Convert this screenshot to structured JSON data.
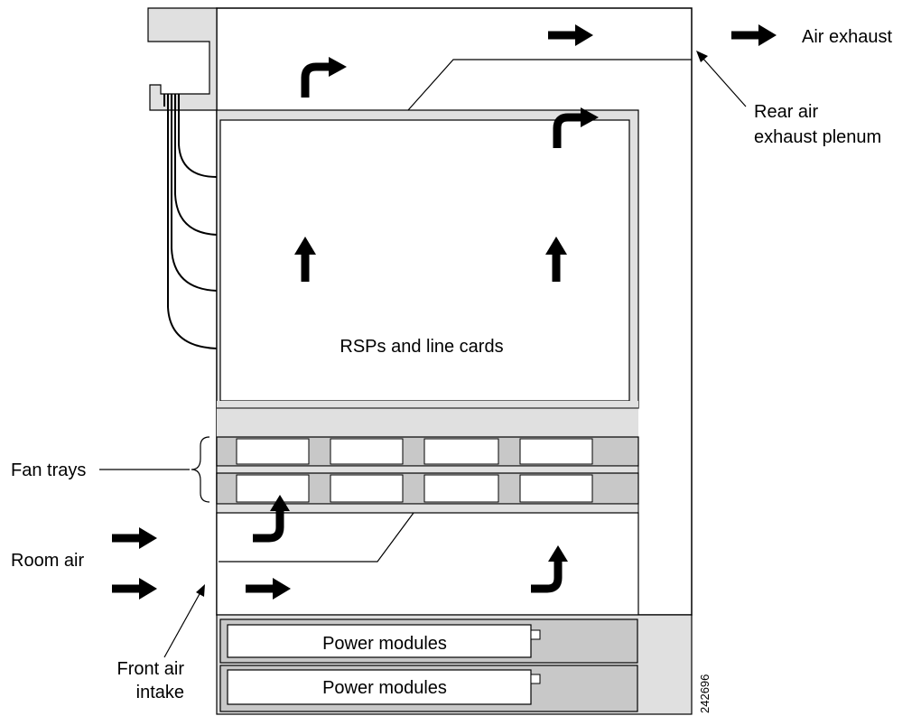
{
  "labels": {
    "air_exhaust": "Air exhaust",
    "rear_plenum_line1": "Rear air",
    "rear_plenum_line2": "exhaust plenum",
    "cards": "RSPs and line cards",
    "fan_trays": "Fan trays",
    "room_air": "Room air",
    "front_intake_line1": "Front air",
    "front_intake_line2": "intake",
    "power_module_1": "Power modules",
    "power_module_2": "Power modules",
    "figure_id": "242696"
  },
  "colors": {
    "line": "#000000",
    "light_gray": "#e0e0e0",
    "mid_gray": "#c8c8c8",
    "fill_white": "#ffffff"
  },
  "icons": {
    "arrow": "arrow-icon",
    "bent_arrow": "bent-arrow-icon"
  }
}
